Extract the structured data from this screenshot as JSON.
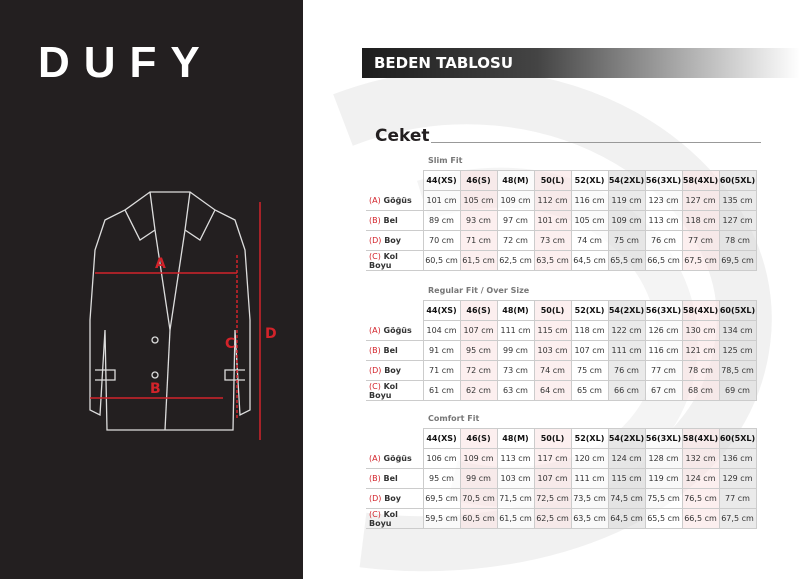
{
  "brand": "DUFY",
  "header": "BEDEN TABLOSU",
  "product": "Ceket",
  "diagram_labels": {
    "a": "A",
    "b": "B",
    "c": "C",
    "d": "D"
  },
  "sizes": [
    "44(XS)",
    "46(S)",
    "48(M)",
    "50(L)",
    "52(XL)",
    "54(2XL)",
    "56(3XL)",
    "58(4XL)",
    "60(5XL)"
  ],
  "tables": [
    {
      "title": "Slim Fit",
      "rows": [
        {
          "code": "(A)",
          "name": "Göğüs",
          "values": [
            "101 cm",
            "105 cm",
            "109 cm",
            "112 cm",
            "116 cm",
            "119 cm",
            "123 cm",
            "127 cm",
            "135 cm"
          ]
        },
        {
          "code": "(B)",
          "name": "Bel",
          "values": [
            "89 cm",
            "93 cm",
            "97 cm",
            "101 cm",
            "105 cm",
            "109 cm",
            "113 cm",
            "118 cm",
            "127 cm"
          ]
        },
        {
          "code": "(D)",
          "name": "Boy",
          "values": [
            "70 cm",
            "71 cm",
            "72 cm",
            "73 cm",
            "74 cm",
            "75 cm",
            "76 cm",
            "77 cm",
            "78 cm"
          ]
        },
        {
          "code": "(C)",
          "name": "Kol Boyu",
          "values": [
            "60,5 cm",
            "61,5 cm",
            "62,5 cm",
            "63,5 cm",
            "64,5 cm",
            "65,5 cm",
            "66,5 cm",
            "67,5 cm",
            "69,5 cm"
          ]
        }
      ]
    },
    {
      "title": "Regular Fit / Over Size",
      "rows": [
        {
          "code": "(A)",
          "name": "Göğüs",
          "values": [
            "104 cm",
            "107 cm",
            "111 cm",
            "115 cm",
            "118 cm",
            "122 cm",
            "126 cm",
            "130 cm",
            "134 cm"
          ]
        },
        {
          "code": "(B)",
          "name": "Bel",
          "values": [
            "91 cm",
            "95 cm",
            "99 cm",
            "103 cm",
            "107 cm",
            "111 cm",
            "116 cm",
            "121 cm",
            "125 cm"
          ]
        },
        {
          "code": "(D)",
          "name": "Boy",
          "values": [
            "71 cm",
            "72 cm",
            "73 cm",
            "74 cm",
            "75 cm",
            "76 cm",
            "77 cm",
            "78 cm",
            "78,5 cm"
          ]
        },
        {
          "code": "(C)",
          "name": "Kol Boyu",
          "values": [
            "61 cm",
            "62 cm",
            "63 cm",
            "64 cm",
            "65 cm",
            "66 cm",
            "67 cm",
            "68 cm",
            "69 cm"
          ]
        }
      ]
    },
    {
      "title": "Comfort Fit",
      "rows": [
        {
          "code": "(A)",
          "name": "Göğüs",
          "values": [
            "106 cm",
            "109 cm",
            "113 cm",
            "117 cm",
            "120 cm",
            "124 cm",
            "128 cm",
            "132 cm",
            "136 cm"
          ]
        },
        {
          "code": "(B)",
          "name": "Bel",
          "values": [
            "95 cm",
            "99 cm",
            "103 cm",
            "107 cm",
            "111 cm",
            "115 cm",
            "119 cm",
            "124 cm",
            "129 cm"
          ]
        },
        {
          "code": "(D)",
          "name": "Boy",
          "values": [
            "69,5 cm",
            "70,5 cm",
            "71,5 cm",
            "72,5 cm",
            "73,5 cm",
            "74,5 cm",
            "75,5 cm",
            "76,5 cm",
            "77 cm"
          ]
        },
        {
          "code": "(C)",
          "name": "Kol Boyu",
          "values": [
            "59,5 cm",
            "60,5 cm",
            "61,5 cm",
            "62,5 cm",
            "63,5 cm",
            "64,5 cm",
            "65,5 cm",
            "66,5 cm",
            "67,5 cm"
          ]
        }
      ]
    }
  ]
}
